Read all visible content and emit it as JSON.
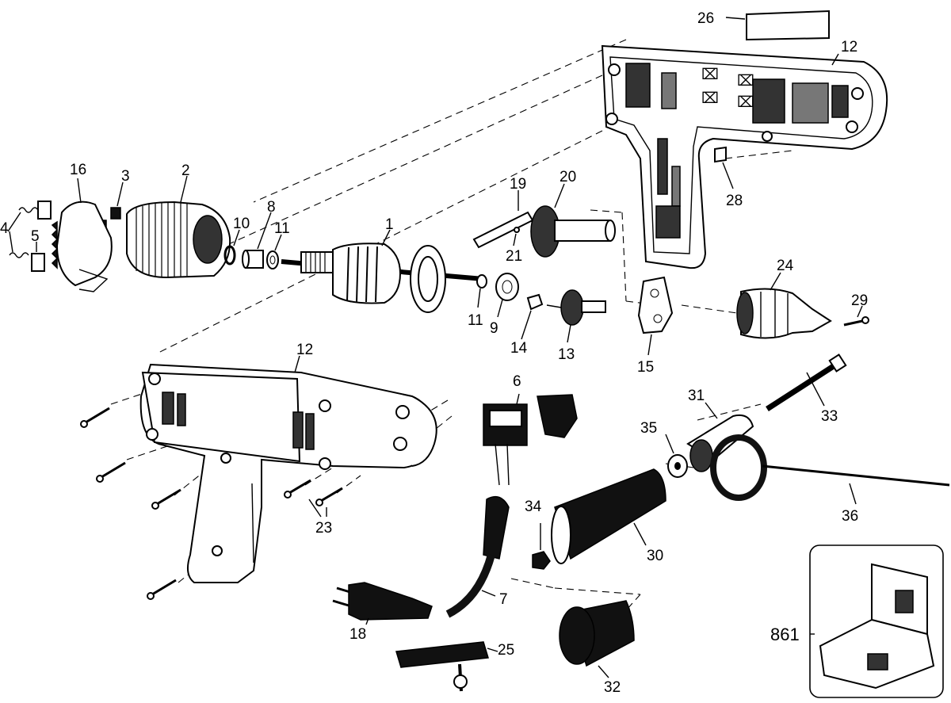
{
  "diagram": {
    "title": "Electric drill exploded parts diagram",
    "callouts": {
      "p1": "1",
      "p2": "2",
      "p3": "3",
      "p4": "4",
      "p5": "5",
      "p6": "6",
      "p7": "7",
      "p8": "8",
      "p9": "9",
      "p10": "10",
      "p11a": "11",
      "p11b": "11",
      "p12a": "12",
      "p12b": "12",
      "p13": "13",
      "p14": "14",
      "p15": "15",
      "p16": "16",
      "p18": "18",
      "p19": "19",
      "p20": "20",
      "p21": "21",
      "p23": "23",
      "p24": "24",
      "p25": "25",
      "p26": "26",
      "p28": "28",
      "p29": "29",
      "p30": "30",
      "p31": "31",
      "p32": "32",
      "p33": "33",
      "p34": "34",
      "p35": "35",
      "p36": "36",
      "p861": "861"
    }
  }
}
